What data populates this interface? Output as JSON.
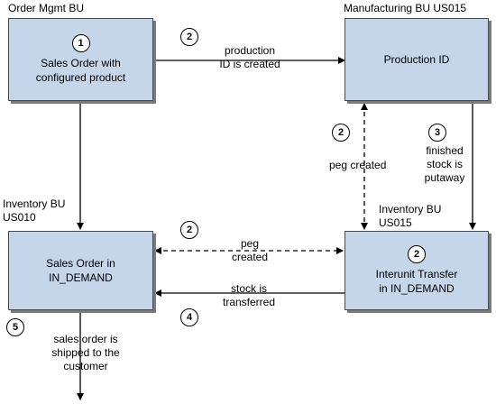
{
  "regions": {
    "order_mgmt": "Order Mgmt BU",
    "manufacturing": "Manufacturing BU US015",
    "inventory_010": [
      "Inventory BU",
      "US010"
    ],
    "inventory_015": [
      "Inventory BU",
      "US015"
    ]
  },
  "boxes": {
    "sales_order_configured": {
      "step": "1",
      "lines": [
        "Sales Order with",
        "configured product"
      ]
    },
    "production_id": {
      "lines": [
        "Production ID"
      ]
    },
    "sales_order_demand": {
      "lines": [
        "Sales Order in",
        "IN_DEMAND"
      ]
    },
    "interunit_transfer": {
      "step": "2",
      "lines": [
        "Interunit Transfer",
        "in IN_DEMAND"
      ]
    }
  },
  "steps": {
    "production_created": "2",
    "peg_vertical": "2",
    "putaway": "3",
    "peg_horizontal": "2",
    "stock_transferred": "4",
    "shipped": "5"
  },
  "labels": {
    "production_created": [
      "production",
      "ID is created"
    ],
    "peg_vertical": "peg created",
    "putaway": [
      "finished",
      "stock is",
      "putaway"
    ],
    "peg_horizontal": [
      "peg",
      "created"
    ],
    "stock_transferred": [
      "stock is",
      "transferred"
    ],
    "shipped": [
      "sales order is",
      "shipped to the",
      "customer"
    ]
  },
  "colors": {
    "box_fill": "#c5d5ea",
    "box_border": "#4a4a4a",
    "shadow": "#7a7a7a"
  }
}
